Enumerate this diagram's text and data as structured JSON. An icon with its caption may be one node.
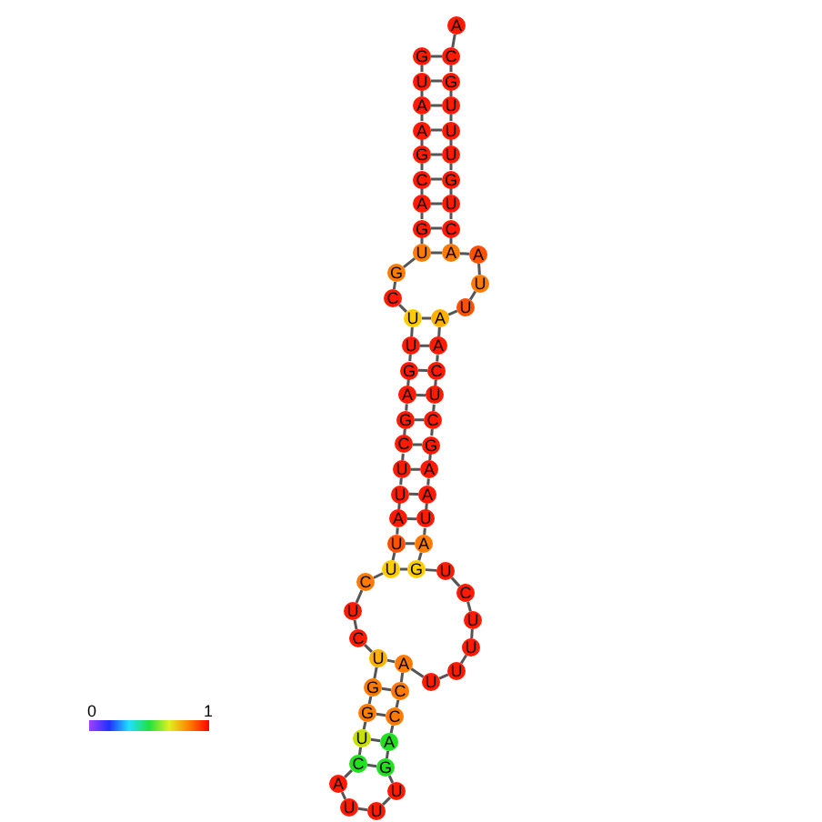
{
  "diagram": {
    "nodes": [
      {
        "text": [
          "G"
        ]
      },
      {
        "text": [
          "U"
        ]
      },
      {
        "text": [
          "A"
        ]
      },
      {
        "text": [
          "A"
        ]
      },
      {
        "text": [
          "G"
        ]
      },
      {
        "text": [
          "C"
        ]
      },
      {
        "text": [
          "A"
        ]
      },
      {
        "text": [
          "G"
        ]
      },
      {
        "text": [
          "U"
        ]
      },
      {
        "text": [
          "G"
        ]
      },
      {
        "text": [
          "C"
        ]
      },
      {
        "text": [
          "U"
        ]
      },
      {
        "text": [
          "U"
        ]
      },
      {
        "text": [
          "G"
        ]
      },
      {
        "text": [
          "A"
        ]
      },
      {
        "text": [
          "G"
        ]
      },
      {
        "text": [
          "C"
        ]
      },
      {
        "text": [
          "U"
        ]
      },
      {
        "text": [
          "U"
        ]
      },
      {
        "text": [
          "A"
        ]
      },
      {
        "text": [
          "U"
        ]
      },
      {
        "text": [
          "U"
        ]
      },
      {
        "text": [
          "C"
        ]
      },
      {
        "text": [
          "U"
        ]
      },
      {
        "text": [
          "C"
        ]
      },
      {
        "text": [
          "U"
        ]
      },
      {
        "text": [
          "G"
        ]
      },
      {
        "text": [
          "G"
        ]
      },
      {
        "text": [
          "U"
        ]
      },
      {
        "text": [
          "C"
        ]
      },
      {
        "text": [
          "A"
        ]
      },
      {
        "text": [
          "U"
        ]
      },
      {
        "text": [
          "U"
        ]
      },
      {
        "text": [
          "U"
        ]
      },
      {
        "text": [
          "G"
        ]
      },
      {
        "text": [
          "A"
        ]
      },
      {
        "text": [
          "C"
        ]
      },
      {
        "text": [
          "C"
        ]
      },
      {
        "text": [
          "A"
        ]
      },
      {
        "text": [
          "U"
        ]
      },
      {
        "text": [
          "U"
        ]
      },
      {
        "text": [
          "U"
        ]
      },
      {
        "text": [
          "U"
        ]
      },
      {
        "text": [
          "C"
        ]
      },
      {
        "text": [
          "U"
        ]
      },
      {
        "text": [
          "G"
        ]
      },
      {
        "text": [
          "A"
        ]
      },
      {
        "text": [
          "U"
        ]
      },
      {
        "text": [
          "A"
        ]
      },
      {
        "text": [
          "A"
        ]
      },
      {
        "text": [
          "G"
        ]
      },
      {
        "text": [
          "C"
        ]
      },
      {
        "text": [
          "U"
        ]
      },
      {
        "text": [
          "C"
        ]
      },
      {
        "text": [
          "A"
        ]
      },
      {
        "text": [
          "A"
        ]
      },
      {
        "text": [
          "U"
        ]
      },
      {
        "text": [
          "U"
        ]
      },
      {
        "text": [
          "A"
        ]
      },
      {
        "text": [
          "A"
        ]
      },
      {
        "text": [
          "C"
        ]
      },
      {
        "text": [
          "U"
        ]
      },
      {
        "text": [
          "G"
        ]
      },
      {
        "text": [
          "U"
        ]
      },
      {
        "text": [
          "U"
        ]
      },
      {
        "text": [
          "U"
        ]
      },
      {
        "text": [
          "G"
        ]
      },
      {
        "text": [
          "C"
        ]
      },
      {
        "text": [
          "A"
        ]
      }
    ],
    "edges": [
      {
        "from": 0,
        "to": 1,
        "arrow": "none"
      },
      {
        "from": 1,
        "to": 2,
        "arrow": "none"
      },
      {
        "from": 2,
        "to": 3,
        "arrow": "none"
      },
      {
        "from": 3,
        "to": 4,
        "arrow": "none"
      },
      {
        "from": 4,
        "to": 5,
        "arrow": "none"
      },
      {
        "from": 5,
        "to": 6,
        "arrow": "none"
      },
      {
        "from": 6,
        "to": 7,
        "arrow": "none"
      },
      {
        "from": 7,
        "to": 8,
        "arrow": "none"
      },
      {
        "from": 8,
        "to": 9,
        "arrow": "none"
      },
      {
        "from": 9,
        "to": 10,
        "arrow": "none"
      },
      {
        "from": 10,
        "to": 11,
        "arrow": "none"
      },
      {
        "from": 11,
        "to": 12,
        "arrow": "none"
      },
      {
        "from": 12,
        "to": 13,
        "arrow": "none"
      },
      {
        "from": 13,
        "to": 14,
        "arrow": "none"
      },
      {
        "from": 14,
        "to": 15,
        "arrow": "none"
      },
      {
        "from": 15,
        "to": 16,
        "arrow": "none"
      },
      {
        "from": 16,
        "to": 17,
        "arrow": "none"
      },
      {
        "from": 17,
        "to": 18,
        "arrow": "none"
      },
      {
        "from": 18,
        "to": 19,
        "arrow": "none"
      },
      {
        "from": 19,
        "to": 20,
        "arrow": "none"
      },
      {
        "from": 20,
        "to": 21,
        "arrow": "none"
      },
      {
        "from": 21,
        "to": 22,
        "arrow": "none"
      },
      {
        "from": 22,
        "to": 23,
        "arrow": "none"
      },
      {
        "from": 23,
        "to": 24,
        "arrow": "none"
      },
      {
        "from": 24,
        "to": 25,
        "arrow": "none"
      },
      {
        "from": 25,
        "to": 26,
        "arrow": "none"
      },
      {
        "from": 26,
        "to": 27,
        "arrow": "none"
      },
      {
        "from": 27,
        "to": 28,
        "arrow": "none"
      },
      {
        "from": 28,
        "to": 29,
        "arrow": "none"
      },
      {
        "from": 29,
        "to": 30,
        "arrow": "none"
      },
      {
        "from": 30,
        "to": 31,
        "arrow": "none"
      },
      {
        "from": 31,
        "to": 32,
        "arrow": "none"
      },
      {
        "from": 32,
        "to": 33,
        "arrow": "none"
      },
      {
        "from": 33,
        "to": 34,
        "arrow": "none"
      },
      {
        "from": 34,
        "to": 35,
        "arrow": "none"
      },
      {
        "from": 35,
        "to": 36,
        "arrow": "none"
      },
      {
        "from": 36,
        "to": 37,
        "arrow": "none"
      },
      {
        "from": 37,
        "to": 38,
        "arrow": "none"
      },
      {
        "from": 38,
        "to": 39,
        "arrow": "none"
      },
      {
        "from": 39,
        "to": 40,
        "arrow": "none"
      },
      {
        "from": 40,
        "to": 41,
        "arrow": "none"
      },
      {
        "from": 41,
        "to": 42,
        "arrow": "none"
      },
      {
        "from": 42,
        "to": 43,
        "arrow": "none"
      },
      {
        "from": 43,
        "to": 44,
        "arrow": "none"
      },
      {
        "from": 44,
        "to": 45,
        "arrow": "none"
      },
      {
        "from": 45,
        "to": 46,
        "arrow": "none"
      },
      {
        "from": 46,
        "to": 47,
        "arrow": "none"
      },
      {
        "from": 47,
        "to": 48,
        "arrow": "none"
      },
      {
        "from": 48,
        "to": 49,
        "arrow": "none"
      },
      {
        "from": 49,
        "to": 50,
        "arrow": "none"
      },
      {
        "from": 50,
        "to": 51,
        "arrow": "none"
      },
      {
        "from": 51,
        "to": 52,
        "arrow": "none"
      },
      {
        "from": 52,
        "to": 53,
        "arrow": "none"
      },
      {
        "from": 53,
        "to": 54,
        "arrow": "none"
      },
      {
        "from": 54,
        "to": 55,
        "arrow": "none"
      },
      {
        "from": 55,
        "to": 56,
        "arrow": "none"
      },
      {
        "from": 56,
        "to": 57,
        "arrow": "none"
      },
      {
        "from": 57,
        "to": 58,
        "arrow": "none"
      },
      {
        "from": 58,
        "to": 59,
        "arrow": "none"
      },
      {
        "from": 59,
        "to": 60,
        "arrow": "none"
      },
      {
        "from": 60,
        "to": 61,
        "arrow": "none"
      },
      {
        "from": 61,
        "to": 62,
        "arrow": "none"
      },
      {
        "from": 62,
        "to": 63,
        "arrow": "none"
      },
      {
        "from": 63,
        "to": 64,
        "arrow": "none"
      },
      {
        "from": 64,
        "to": 65,
        "arrow": "none"
      },
      {
        "from": 65,
        "to": 66,
        "arrow": "none"
      },
      {
        "from": 66,
        "to": 67,
        "arrow": "none"
      },
      {
        "from": 67,
        "to": 68,
        "arrow": "none"
      },
      {
        "from": 0,
        "to": 67,
        "arrow": "none"
      },
      {
        "from": 1,
        "to": 66,
        "arrow": "none"
      },
      {
        "from": 2,
        "to": 65,
        "arrow": "none"
      },
      {
        "from": 3,
        "to": 64,
        "arrow": "none"
      },
      {
        "from": 4,
        "to": 63,
        "arrow": "none"
      },
      {
        "from": 5,
        "to": 62,
        "arrow": "none"
      },
      {
        "from": 6,
        "to": 61,
        "arrow": "none"
      },
      {
        "from": 7,
        "to": 60,
        "arrow": "none"
      },
      {
        "from": 8,
        "to": 59,
        "arrow": "none"
      },
      {
        "from": 11,
        "to": 55,
        "arrow": "none"
      },
      {
        "from": 12,
        "to": 54,
        "arrow": "none"
      },
      {
        "from": 13,
        "to": 53,
        "arrow": "none"
      },
      {
        "from": 14,
        "to": 52,
        "arrow": "none"
      },
      {
        "from": 15,
        "to": 51,
        "arrow": "none"
      },
      {
        "from": 16,
        "to": 50,
        "arrow": "none"
      },
      {
        "from": 17,
        "to": 49,
        "arrow": "none"
      },
      {
        "from": 18,
        "to": 48,
        "arrow": "none"
      },
      {
        "from": 19,
        "to": 47,
        "arrow": "none"
      },
      {
        "from": 20,
        "to": 46,
        "arrow": "none"
      },
      {
        "from": 21,
        "to": 45,
        "arrow": "none"
      },
      {
        "from": 25,
        "to": 38,
        "arrow": "none"
      },
      {
        "from": 26,
        "to": 37,
        "arrow": "none"
      },
      {
        "from": 27,
        "to": 36,
        "arrow": "none"
      },
      {
        "from": 28,
        "to": 35,
        "arrow": "none"
      },
      {
        "from": 29,
        "to": 34,
        "arrow": "none"
      }
    ],
    "labels": [
      "0",
      "1"
    ]
  }
}
